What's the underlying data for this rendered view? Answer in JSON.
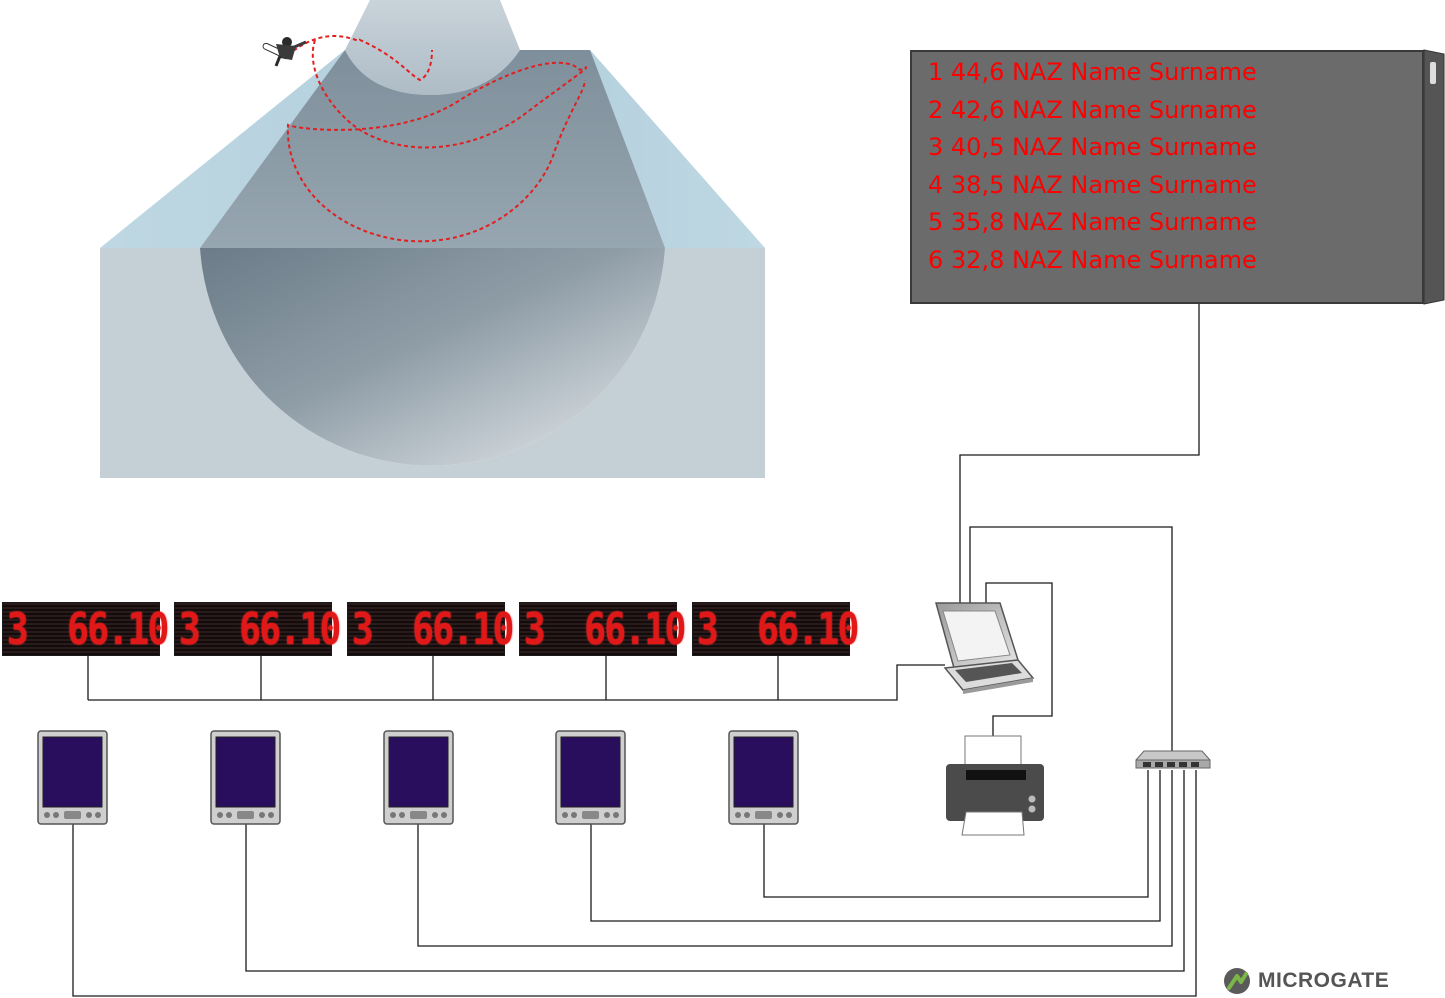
{
  "scoreboard": {
    "lines": [
      "1 44,6 NAZ Name Surname",
      "2 42,6 NAZ Name Surname",
      "3 40,5 NAZ Name Surname",
      "4 38,5 NAZ Name Surname",
      "5 35,8 NAZ Name Surname",
      "6 32,8 NAZ Name Surname"
    ],
    "text_color": "#ff0000",
    "panel_color": "#6b6b6b"
  },
  "led_displays": [
    {
      "text": "3  66.10"
    },
    {
      "text": "3  66.10"
    },
    {
      "text": "3  66.10"
    },
    {
      "text": "3  66.10"
    },
    {
      "text": "3  66.10"
    }
  ],
  "judge_terminals": 5,
  "devices": {
    "laptop_icon": "laptop-icon",
    "printer_icon": "printer-icon",
    "switch_icon": "network-switch-icon",
    "terminal_icon": "judge-tablet-icon",
    "snowboarder_icon": "snowboarder-icon"
  },
  "colors": {
    "trajectory": "#e02020",
    "led_text": "#e01818",
    "screen": "#2a0e5e",
    "cable": "#1a1a1a"
  },
  "brand": {
    "name": "MICROGATE",
    "mark_color": "#7ab648"
  }
}
